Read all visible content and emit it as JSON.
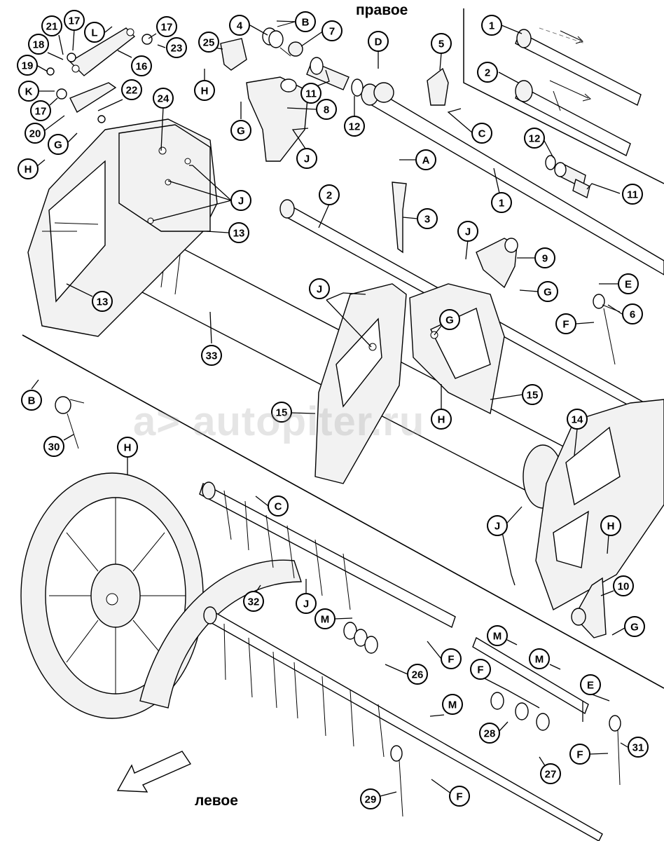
{
  "side_labels": {
    "right": "правое",
    "left": "левое"
  },
  "watermark": "a> autopiter.ru",
  "callouts": [
    {
      "id": "c1a",
      "label": "1"
    },
    {
      "id": "c2a",
      "label": "2"
    },
    {
      "id": "c12a",
      "label": "12"
    },
    {
      "id": "c11a",
      "label": "11"
    },
    {
      "id": "c1b",
      "label": "1"
    },
    {
      "id": "c4",
      "label": "4"
    },
    {
      "id": "cBa",
      "label": "B"
    },
    {
      "id": "c7",
      "label": "7"
    },
    {
      "id": "cDa",
      "label": "D"
    },
    {
      "id": "c5",
      "label": "5"
    },
    {
      "id": "c25",
      "label": "25"
    },
    {
      "id": "cH1",
      "label": "H"
    },
    {
      "id": "c8",
      "label": "8"
    },
    {
      "id": "c11b",
      "label": "11"
    },
    {
      "id": "c12b",
      "label": "12"
    },
    {
      "id": "cCa",
      "label": "C"
    },
    {
      "id": "cG1",
      "label": "G"
    },
    {
      "id": "cJ1",
      "label": "J"
    },
    {
      "id": "c21",
      "label": "21"
    },
    {
      "id": "c17a",
      "label": "17"
    },
    {
      "id": "cL",
      "label": "L"
    },
    {
      "id": "c17b",
      "label": "17"
    },
    {
      "id": "c18",
      "label": "18"
    },
    {
      "id": "c23",
      "label": "23"
    },
    {
      "id": "c19",
      "label": "19"
    },
    {
      "id": "c16",
      "label": "16"
    },
    {
      "id": "cK",
      "label": "K"
    },
    {
      "id": "c22",
      "label": "22"
    },
    {
      "id": "c17c",
      "label": "17"
    },
    {
      "id": "c24",
      "label": "24"
    },
    {
      "id": "c20",
      "label": "20"
    },
    {
      "id": "cG2",
      "label": "G"
    },
    {
      "id": "cH2",
      "label": "H"
    },
    {
      "id": "cJ2",
      "label": "J"
    },
    {
      "id": "c13a",
      "label": "13"
    },
    {
      "id": "c13b",
      "label": "13"
    },
    {
      "id": "c33",
      "label": "33"
    },
    {
      "id": "cA",
      "label": "A"
    },
    {
      "id": "c2b",
      "label": "2"
    },
    {
      "id": "c3",
      "label": "3"
    },
    {
      "id": "cJ3",
      "label": "J"
    },
    {
      "id": "c9",
      "label": "9"
    },
    {
      "id": "cG3",
      "label": "G"
    },
    {
      "id": "cEa",
      "label": "E"
    },
    {
      "id": "c6",
      "label": "6"
    },
    {
      "id": "cFa",
      "label": "F"
    },
    {
      "id": "cJ4",
      "label": "J"
    },
    {
      "id": "cG4",
      "label": "G"
    },
    {
      "id": "c15a",
      "label": "15"
    },
    {
      "id": "c15b",
      "label": "15"
    },
    {
      "id": "cH3",
      "label": "H"
    },
    {
      "id": "c14",
      "label": "14"
    },
    {
      "id": "cJ5",
      "label": "J"
    },
    {
      "id": "cH4",
      "label": "H"
    },
    {
      "id": "c10",
      "label": "10"
    },
    {
      "id": "cG5",
      "label": "G"
    },
    {
      "id": "cBb",
      "label": "B"
    },
    {
      "id": "c30",
      "label": "30"
    },
    {
      "id": "cH5",
      "label": "H"
    },
    {
      "id": "cCb",
      "label": "C"
    },
    {
      "id": "c32",
      "label": "32"
    },
    {
      "id": "cJ6",
      "label": "J"
    },
    {
      "id": "cMa",
      "label": "M"
    },
    {
      "id": "cFb",
      "label": "F"
    },
    {
      "id": "c26",
      "label": "26"
    },
    {
      "id": "cMb",
      "label": "M"
    },
    {
      "id": "cMc",
      "label": "M"
    },
    {
      "id": "cFc",
      "label": "F"
    },
    {
      "id": "cEb",
      "label": "E"
    },
    {
      "id": "c28",
      "label": "28"
    },
    {
      "id": "cFd",
      "label": "F"
    },
    {
      "id": "c31",
      "label": "31"
    },
    {
      "id": "c27",
      "label": "27"
    },
    {
      "id": "cMd",
      "label": "M"
    },
    {
      "id": "c29",
      "label": "29"
    },
    {
      "id": "cFe",
      "label": "F"
    }
  ]
}
